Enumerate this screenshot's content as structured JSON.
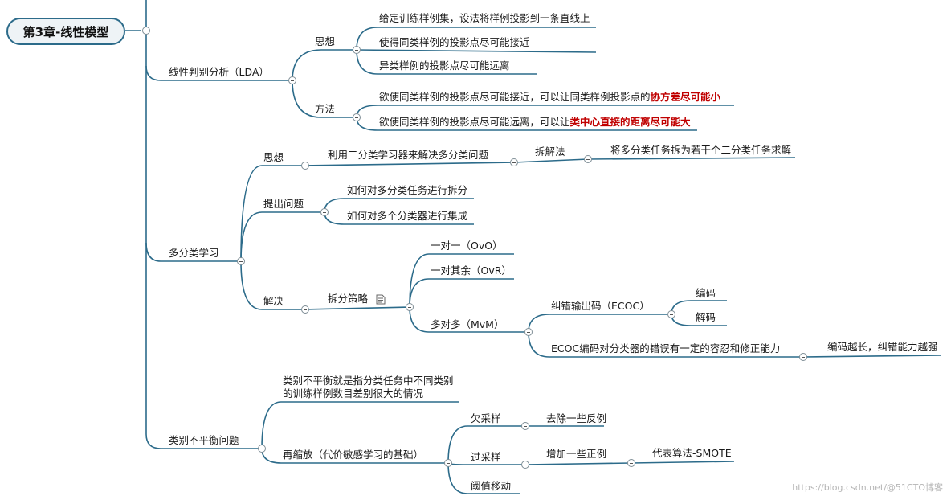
{
  "root": {
    "label": "第3章-线性模型"
  },
  "lda": {
    "label": "线性判别分析（LDA）",
    "idea": {
      "label": "思想",
      "items": [
        "给定训练样例集，设法将样例投影到一条直线上",
        "使得同类样例的投影点尽可能接近",
        "异类样例的投影点尽可能远离"
      ]
    },
    "method": {
      "label": "方法",
      "item1_prefix": "欲使同类样例的投影点尽可能接近，可以让同类样例投影点的",
      "item1_highlight": "协方差尽可能小",
      "item2_prefix": "欲使同类样例的投影点尽可能远离，可以让",
      "item2_highlight": "类中心直接的距离尽可能大"
    }
  },
  "multi": {
    "label": "多分类学习",
    "idea": {
      "label": "思想",
      "child": "利用二分类学习器来解决多分类问题",
      "grandchild": "拆解法",
      "leaf": "将多分类任务拆为若干个二分类任务求解"
    },
    "questions": {
      "label": "提出问题",
      "items": [
        "如何对多分类任务进行拆分",
        "如何对多个分类器进行集成"
      ]
    },
    "solve": {
      "label": "解决",
      "strategy": "拆分策略",
      "ovo": "一对一（OvO）",
      "ovr": "一对其余（OvR）",
      "mvm": "多对多（MvM）",
      "ecoc": "纠错输出码（ECOC）",
      "encode": "编码",
      "decode": "解码",
      "ecoc_note": "ECOC编码对分类器的错误有一定的容忍和修正能力",
      "ecoc_leaf": "编码越长，纠错能力越强"
    }
  },
  "imbalance": {
    "label": "类别不平衡问题",
    "definition_line1": "类别不平衡就是指分类任务中不同类别",
    "definition_line2": "的训练样例数目差别很大的情况",
    "rescale": {
      "label": "再缩放（代价敏感学习的基础）",
      "under": "欠采样",
      "under_leaf": "去除一些反例",
      "over": "过采样",
      "over_leaf": "增加一些正例",
      "over_leaf2": "代表算法-SMOTE",
      "threshold": "阈值移动"
    }
  },
  "watermark": "https://blog.csdn.net/@51CTO博客",
  "colors": {
    "line": "#2c6b8a",
    "highlight": "#c00000"
  },
  "icons": {
    "collapse": "minus-circle-icon",
    "note": "note-icon"
  }
}
